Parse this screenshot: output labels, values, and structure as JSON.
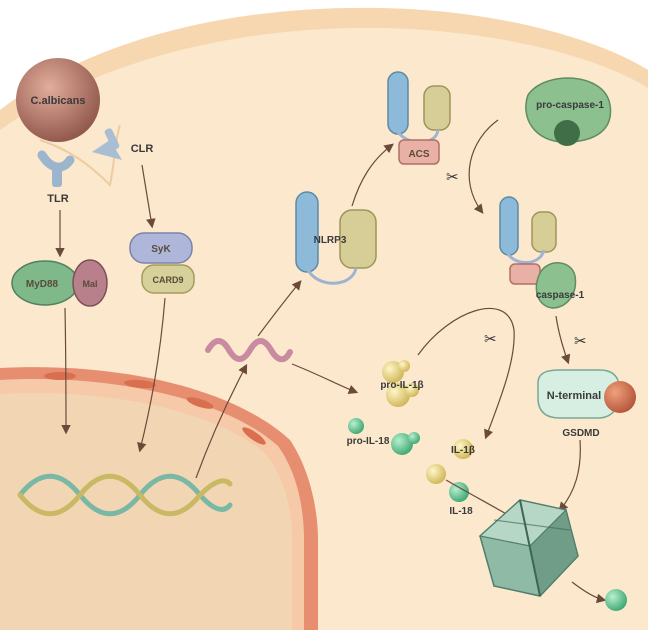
{
  "labels": {
    "pathogen": "C.albicans",
    "clr": "CLR",
    "tlr": "TLR",
    "myd88": "MyD88",
    "mal": "Mal",
    "syk": "SyK",
    "card9": "CARD9",
    "nlrp3": "NLRP3",
    "asc": "ACS",
    "pro_caspase1": "pro-caspase-1",
    "caspase1": "caspase-1",
    "pro_il1b": "pro-IL-1β",
    "pro_il18": "pro-IL-18",
    "il1b": "IL-1β",
    "il18": "IL-18",
    "n_terminal": "N-terminal",
    "gsdmd": "GSDMD"
  },
  "colors": {
    "cell": "#fbe6c8",
    "cell_edge": "#eccda0",
    "nucleus": "#f1d3ae",
    "nuclear_envelope": "#e5866a",
    "receptor": "#9fb5d0",
    "green_protein": "#7fb98a",
    "olive_protein": "#cfc491",
    "nlrp3_blue": "#88b7d6",
    "il1b_yellow": "#e6d27a",
    "il18_green": "#5cc18d",
    "pore": "#7aa894",
    "n_terminal_ball": "#d4714e",
    "pathogen": "#b3776a",
    "mrna": "#c37f93"
  },
  "icons": {
    "scissors": "scissors-icon"
  }
}
